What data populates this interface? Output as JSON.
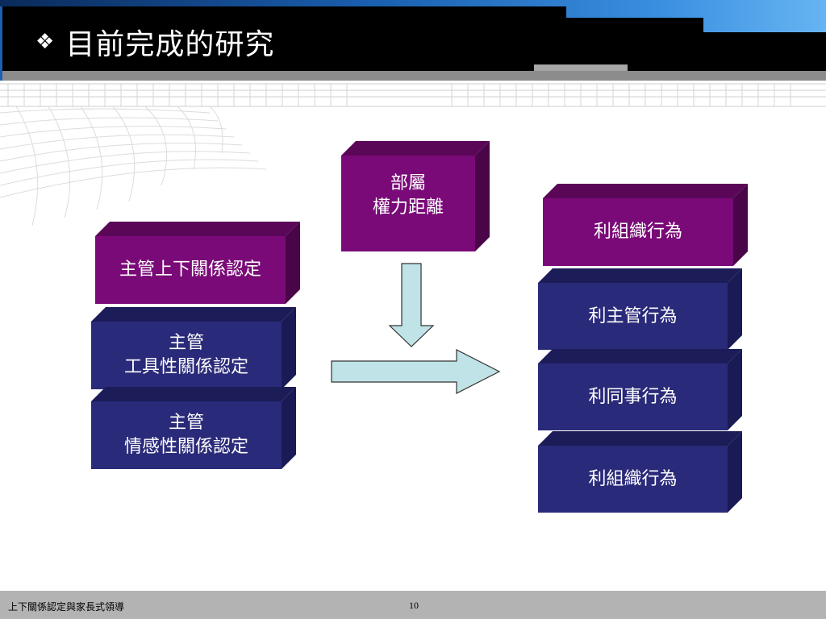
{
  "slide": {
    "bullet": "❖",
    "title": "目前完成的研究"
  },
  "left_boxes": {
    "top": {
      "label": "主管上下關係認定"
    },
    "middle": {
      "line1": "主管",
      "line2": "工具性關係認定"
    },
    "bottom": {
      "line1": "主管",
      "line2": "情感性關係認定"
    }
  },
  "top_box": {
    "line1": "部屬",
    "line2": "權力距離"
  },
  "right_boxes": {
    "header": {
      "label": "利組織行為"
    },
    "items": [
      {
        "label": "利主管行為"
      },
      {
        "label": "利同事行為"
      },
      {
        "label": "利組織行為"
      }
    ]
  },
  "footer": {
    "text": "上下關係認定與家長式領導",
    "page_number": "10"
  },
  "colors": {
    "purple_front": "#7a0a78",
    "purple_top": "#5a0758",
    "purple_side": "#4a0548",
    "navy_front": "#2a2a7a",
    "navy_top": "#1c1c58",
    "navy_side": "#1a1a55",
    "arrow_fill": "#bfe3e6"
  }
}
